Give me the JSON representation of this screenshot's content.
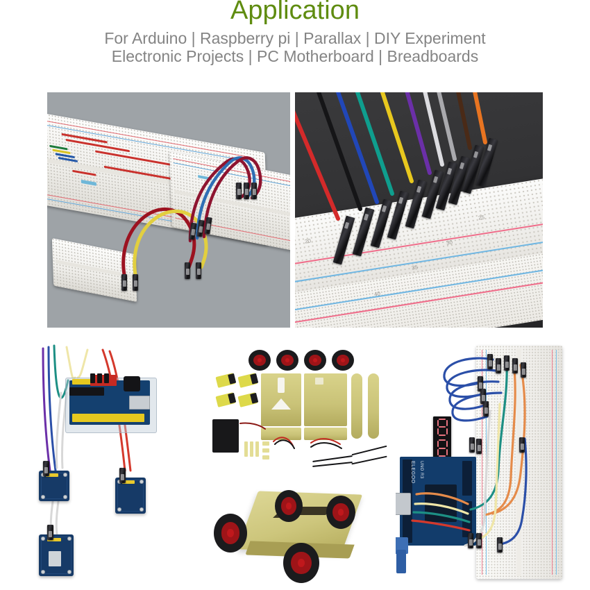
{
  "header": {
    "title": "Application",
    "subtitle_line1": "For Arduino | Raspberry pi | Parallax | DIY Experiment",
    "subtitle_line2": "Electronic Projects | PC Motherboard | Breadboards",
    "title_color": "#5f8c10",
    "subtitle_color": "#848484"
  },
  "photos": [
    {
      "id": "top-left",
      "caption": "Three white solderless breadboards on a grey surface connected by red, yellow, dark-red and blue jumper wires",
      "background_color": "#9ea3a7",
      "wire_colors": [
        "#b01f2a",
        "#e8d54a",
        "#7a1e3c",
        "#2f6fb5"
      ]
    },
    {
      "id": "top-right",
      "caption": "Close-up of ten coloured female dupont jumper wires plugged into a white breadboard on a dark background",
      "background_color": "#2f2f31",
      "wire_colors": [
        "#d42a2a",
        "#151517",
        "#2147b8",
        "#0f9e8e",
        "#e8c81e",
        "#6b2fa8",
        "#d8d8dc",
        "#a9a9ad",
        "#4a2a17",
        "#e87421"
      ],
      "breadboard_numbers": [
        "20",
        "25",
        "30",
        "35",
        "40"
      ]
    },
    {
      "id": "bottom-left",
      "caption": "Arduino UNO in a clear case with a yellow sensor shield wired to three blue sensor modules",
      "background_color": "#ffffff",
      "wire_colors": [
        "#2b4fa8",
        "#1d8f84",
        "#efe6a8",
        "#d4392c",
        "#d8d8d8",
        "#6b2fa8"
      ]
    },
    {
      "id": "bottom-middle",
      "caption": "4WD brass robot car chassis kit — exploded parts above and assembled chassis below",
      "background_color": "#ffffff",
      "parts": [
        "4 red rubber wheels",
        "4 yellow gear motors",
        "brass chassis plates",
        "brass side rails",
        "battery holder",
        "nylon spacers",
        "cable ties",
        "wiring harness"
      ]
    },
    {
      "id": "bottom-right",
      "caption": "ELEGOO UNO R3 board wired on a breadboard driving a 4-digit 7-segment display",
      "background_color": "#ffffff",
      "board_label": "ELEGOO",
      "board_model": "UNO R3",
      "display_value": "8888",
      "wire_colors": [
        "#2b4fa8",
        "#1d8f84",
        "#e58b4a",
        "#efe6a8",
        "#d8d8d8"
      ]
    }
  ]
}
